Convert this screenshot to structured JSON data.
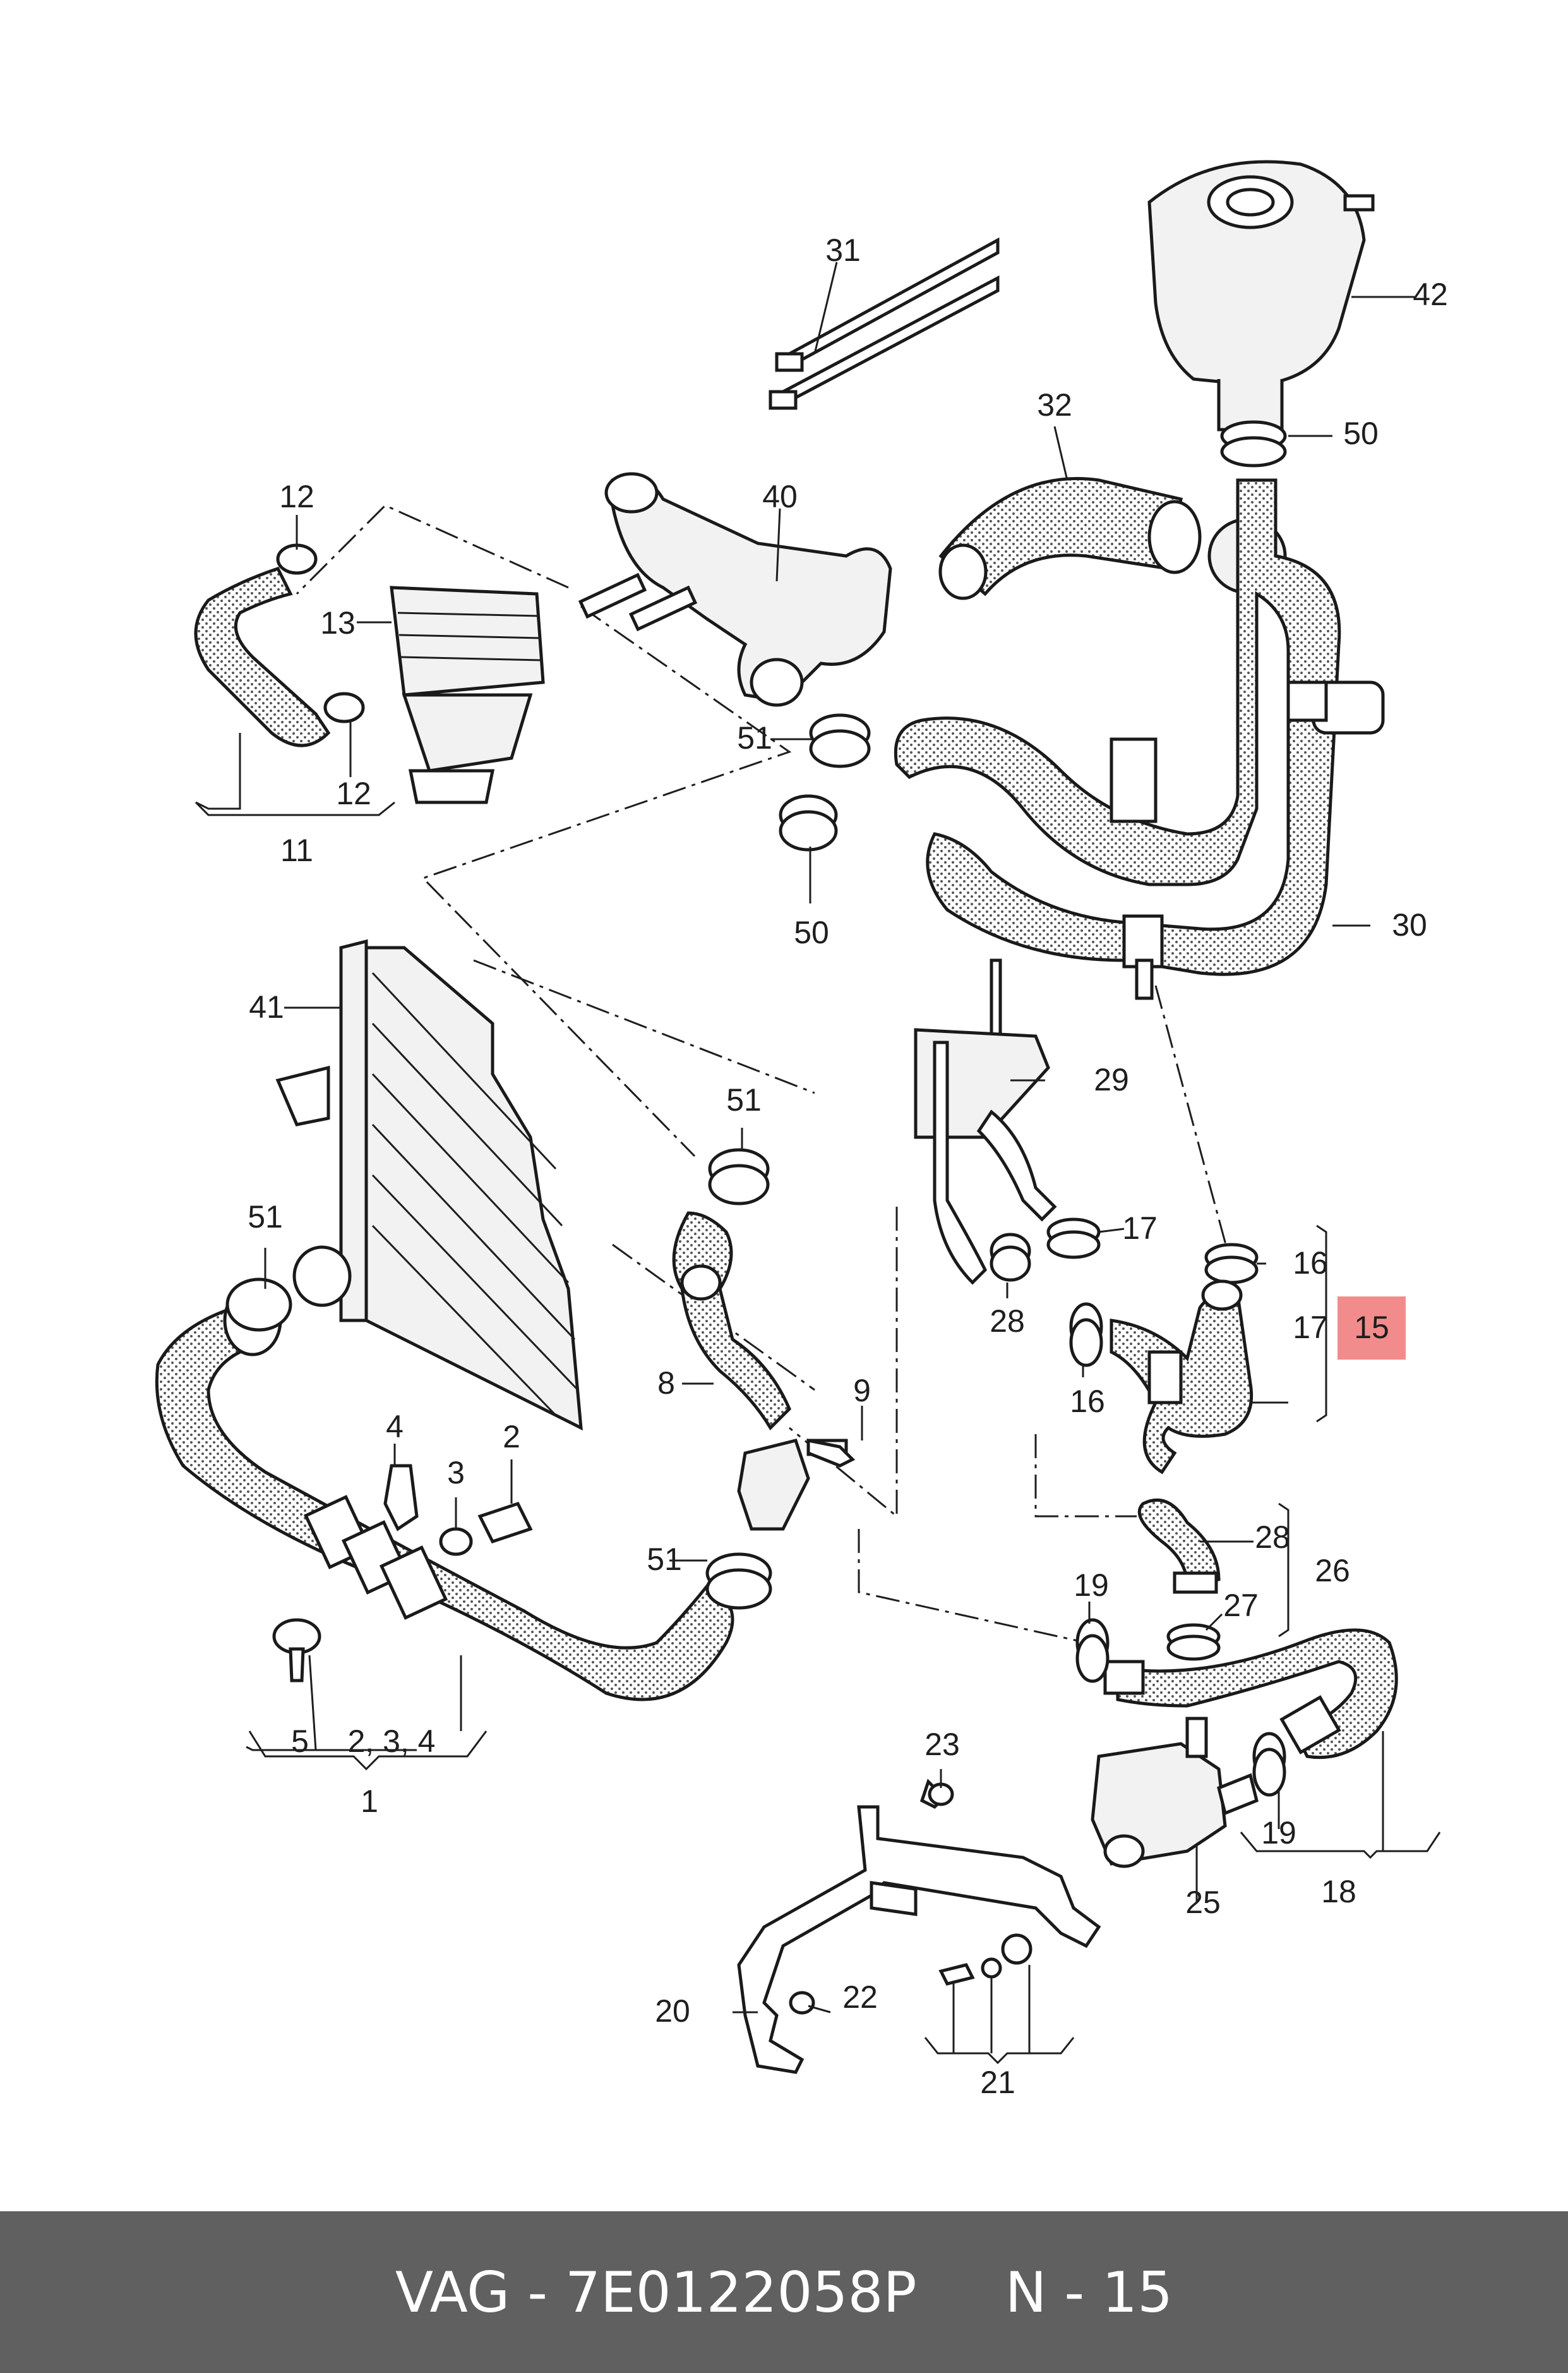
{
  "diagram": {
    "highlight_color": "#f28c8c",
    "highlighted_callout": "15",
    "callouts": {
      "c1": "1",
      "c2": "2",
      "c3": "3",
      "c4": "4",
      "c5": "5",
      "c234": "2, 3, 4",
      "c8": "8",
      "c9": "9",
      "c11": "11",
      "c12a": "12",
      "c12b": "12",
      "c13": "13",
      "c15": "15",
      "c16a": "16",
      "c16b": "16",
      "c17a": "17",
      "c17b": "17",
      "c18": "18",
      "c19a": "19",
      "c19b": "19",
      "c20": "20",
      "c21": "21",
      "c22": "22",
      "c23": "23",
      "c25": "25",
      "c26": "26",
      "c27": "27",
      "c28a": "28",
      "c28b": "28",
      "c29": "29",
      "c30": "30",
      "c31": "31",
      "c32": "32",
      "c40": "40",
      "c41": "41",
      "c42": "42",
      "c50a": "50",
      "c50b": "50",
      "c51a": "51",
      "c51b": "51",
      "c51c": "51",
      "c51d": "51"
    }
  },
  "footer": {
    "brand_part": "VAG - 7E0122058P",
    "item": "N - 15"
  }
}
